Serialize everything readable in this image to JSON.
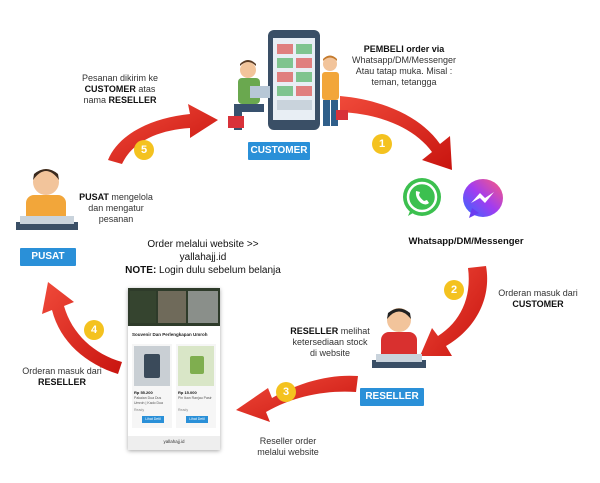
{
  "customer": {
    "badge": "CUSTOMER",
    "note_line1": "PEMBELI order via",
    "note_line2": "Whatsapp/DM/Messenger",
    "note_line3": "Atau tatap muka. Misal :",
    "note_line4": "teman, tetangga"
  },
  "step5": {
    "number": "5",
    "line1": "Pesanan dikirim ke",
    "line2_bold": "CUSTOMER",
    "line2_rest": " atas",
    "line3_prefix": "nama ",
    "line3_bold": "RESELLER"
  },
  "step1": {
    "number": "1"
  },
  "apps": {
    "label": "Whatsapp/DM/Messenger"
  },
  "pusat": {
    "badge": "PUSAT",
    "line1_bold": "PUSAT",
    "line1_rest": " mengelola",
    "line2": "dan mengatur",
    "line3": "pesanan"
  },
  "center": {
    "line1": "Order melalui website >>",
    "line2": "yallahajj.id",
    "line3_bold": "NOTE:",
    "line3_rest": " Login dulu sebelum belanja"
  },
  "step2": {
    "number": "2",
    "line1": "Orderan masuk dari",
    "line2": "CUSTOMER"
  },
  "reseller": {
    "badge": "RESELLER",
    "line1_bold": "RESELLER",
    "line1_rest": " melihat",
    "line2": "ketersediaan stock",
    "line3": "di website"
  },
  "step3": {
    "number": "3",
    "line1": "Reseller order",
    "line2": "melalui website"
  },
  "step4": {
    "number": "4",
    "line1": "Orderan masuk dari",
    "line2": "RESELLER"
  },
  "phone": {
    "header": "Souvenir Dan Perlengkapan Umroh",
    "product1_price": "Rp 55.200",
    "product1_name": "Pakaian Dua Dus Umroh | Kado Dua",
    "product1_stock": "Ready",
    "product2_price": "Rp 15.000",
    "product2_name": "Pin Ikan Ranjau Pasir",
    "product2_stock": "Ready",
    "button": "Lihat Detil",
    "url": "yallahajj.id"
  }
}
